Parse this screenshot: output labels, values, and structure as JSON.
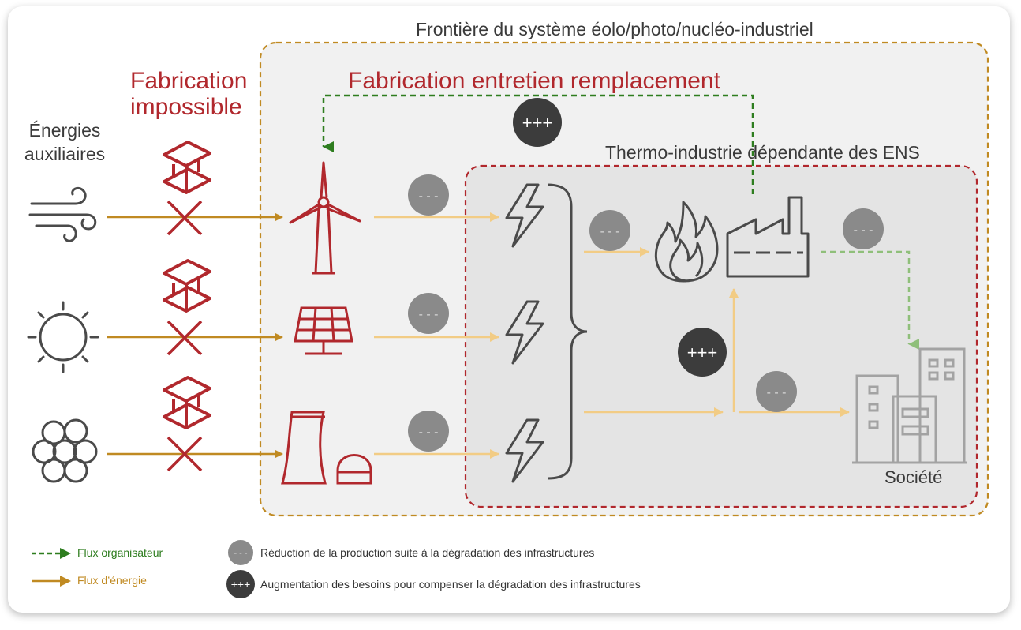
{
  "titles": {
    "system_boundary": "Frontière du système éolo/photo/nucléo-industriel",
    "thermo_industry": "Thermo-industrie dépendante des ENS",
    "fabrication_impossible": "Fabrication impossible",
    "fabrication_entretien": "Fabrication entretien remplacement"
  },
  "labels": {
    "energies_auxiliaires": "Énergies auxiliaires",
    "societe": "Société",
    "minus_badge": "- - -",
    "plus_badge": "+++"
  },
  "legend": {
    "flux_organisateur": "Flux organisateur",
    "flux_energie": "Flux d’énergie",
    "reduction": "Réduction de la production suite à la dégradation des infrastructures",
    "augmentation": "Augmentation des besoins pour compenser la dégradation des infrastructures"
  },
  "colors": {
    "red": "#b1282d",
    "gold": "#c08a22",
    "light_gold": "#f2cc85",
    "green": "#2e7d1f",
    "light_green": "#8fbf7a",
    "grey_icon": "#4a4a4a",
    "light_grey_icon": "#a3a3a3",
    "outer_box": "#f1f1f1",
    "inner_box": "#e4e4e4"
  },
  "icons": {
    "sources": [
      "wind-icon",
      "sun-icon",
      "atom-icon"
    ],
    "producers": [
      "wind-turbine-icon",
      "solar-panel-icon",
      "nuclear-plant-icon"
    ],
    "steel_beam": "steel-beam-icon",
    "cross": "cross-icon",
    "lightning": "lightning-icon",
    "fire": "fire-icon",
    "factory": "factory-icon",
    "buildings": "buildings-icon"
  }
}
